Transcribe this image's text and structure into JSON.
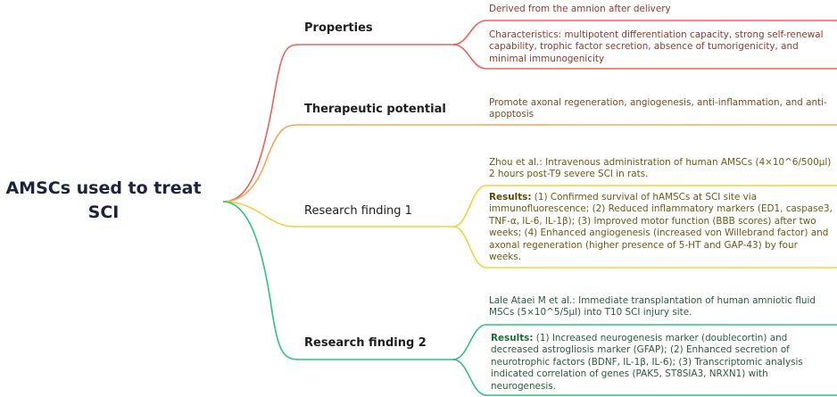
{
  "root": {
    "title": "AMSCs used to treat SCI"
  },
  "colors": {
    "properties": "#f0605a",
    "therapeutic": "#f4a45a",
    "finding1": "#f2d23c",
    "finding2": "#2ec27e"
  },
  "branches": [
    {
      "label": "Properties",
      "leaves": [
        {
          "text": "Derived from the amnion after delivery"
        },
        {
          "text": "Characteristics: multipotent differentiation capacity, strong self-renewal capability, trophic factor secretion, absence of tumorigenicity, and minimal immunogenicity"
        }
      ]
    },
    {
      "label": "Therapeutic potential",
      "leaves": [
        {
          "text": "Promote axonal regeneration, angiogenesis, anti-inflammation, and anti-apoptosis"
        }
      ]
    },
    {
      "label": "Research finding 1",
      "leaves": [
        {
          "text": "Zhou et al.: Intravenous administration of human AMSCs (4×10^6/500μl) 2 hours post-T9 severe SCI in rats."
        },
        {
          "prefix": "Results:",
          "text": " (1) Confirmed survival of hAMSCs at SCI site via immunofluorescence; (2) Reduced inflammatory markers (ED1, caspase3, TNF-α, IL-6, IL-1β); (3) Improved motor function (BBB scores) after two weeks;  (4) Enhanced angiogenesis (increased von Willebrand factor) and axonal regeneration (higher presence of 5-HT and GAP-43) by four weeks."
        }
      ]
    },
    {
      "label": "Research finding 2",
      "leaves": [
        {
          "text": "Lale Ataei M et al.: Immediate transplantation of human amniotic fluid MSCs (5×10^5/5μl) into T10 SCI injury site."
        },
        {
          "prefix": "Results:",
          "text": " (1) Increased neurogenesis marker (doublecortin) and decreased astrogliosis marker (GFAP); (2) Enhanced secretion of neurotrophic factors (BDNF, IL-1β, IL-6); (3) Transcriptomic analysis indicated correlation of genes (PAK5, ST8SIA3, NRXN1) with neurogenesis."
        }
      ]
    }
  ]
}
